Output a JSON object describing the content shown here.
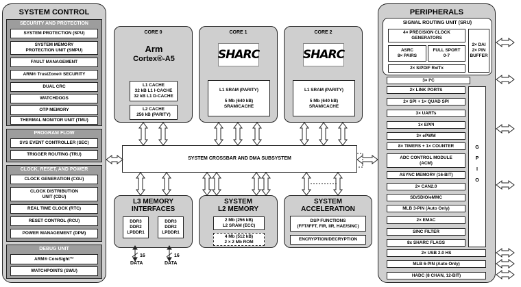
{
  "system_control": {
    "title": "SYSTEM CONTROL",
    "security": {
      "title": "SECURITY AND PROTECTION",
      "items": [
        "SYSTEM PROTECTION (SPU)",
        "SYSTEM MEMORY\nPROTECTION UNIT (SMPU)",
        "FAULT MANAGEMENT",
        "ARM® TrustZone® SECURITY",
        "DUAL CRC",
        "WATCHDOGS",
        "OTP MEMORY",
        "THERMAL MONITOR UNIT (TMU)"
      ]
    },
    "program_flow": {
      "title": "PROGRAM FLOW",
      "items": [
        "SYS EVENT CONTROLLER (SEC)",
        "TRIGGER ROUTING (TRU)"
      ]
    },
    "clock_reset_power": {
      "title": "CLOCK, RESET, AND POWER",
      "items": [
        "CLOCK GENERATION (CGU)",
        "CLOCK DISTRIBUTION\nUNIT (CDU)",
        "REAL TIME CLOCK (RTC)",
        "RESET CONTROL (RCU)",
        "POWER MANAGEMENT (DPM)"
      ]
    },
    "debug": {
      "title": "DEBUG UNIT",
      "items": [
        "ARM® CoreSight™",
        "WATCHPOINTS (SWU)"
      ]
    }
  },
  "core0": {
    "title": "CORE 0",
    "logo_brand": "Arm",
    "logo_product": "Cortex®-A5",
    "l1": "L1 CACHE\n32 kB L1 I-CACHE\n32 kB L1 D-CACHE",
    "l2": "L2 CACHE\n256 kB (PARITY)"
  },
  "core1": {
    "title": "CORE 1",
    "logo": "SHARC",
    "sram": "L1 SRAM (PARITY)\n\n5 Mb (640 kB)\nSRAM/CACHE"
  },
  "core2": {
    "title": "CORE 2",
    "logo": "SHARC",
    "sram": "L1 SRAM (PARITY)\n\n5 Mb (640 kB)\nSRAM/CACHE"
  },
  "crossbar": "SYSTEM CROSSBAR AND DMA SUBSYSTEM",
  "l3": {
    "title": "L3 MEMORY\nINTERFACES",
    "ddr_a": "DDR3\nDDR2\nLPDDR1",
    "ddr_b": "DDR3\nDDR2\nLPDDR1",
    "data_label": "DATA",
    "width": "16"
  },
  "l2mem": {
    "title": "SYSTEM\nL2 MEMORY",
    "sram": "2 Mb (256 kB)\nL2 SRAM (ECC)",
    "rom": "4 Mb (512 kB)\n2 × 2 Mb ROM"
  },
  "accel": {
    "title": "SYSTEM\nACCELERATION",
    "dsp": "DSP FUNCTIONS\n(FFT/IFFT, FIR, IIR, HAE/SINC)",
    "crypto": "ENCRYPTION/DECRYPTION"
  },
  "peripherals": {
    "title": "PERIPHERALS",
    "sru": {
      "title": "SIGNAL ROUTING UNIT (SRU)",
      "pcg": "4× PRECISION CLOCK\nGENERATORS",
      "asrc": "ASRC\n8× PAIRS",
      "sport": "FULL SPORT\n0-7",
      "dai": "2× DAI\n2× PIN\nBUFFER",
      "spdif": "2× S/PDIF Rx/Tx"
    },
    "i2c": "3× I²C",
    "gpio_items": [
      "2× LINK PORTS",
      "2× SPI + 1× QUAD SPI",
      "3× UARTs",
      "1× EPPI",
      "3× ePWM",
      "8× TIMERS + 1× COUNTER",
      "ADC CONTROL MODULE\n(ACM)",
      "ASYNC MEMORY (16-BIT)",
      "2× CAN2.0",
      "SD/SDIO/eMMC",
      "MLB 3-PIN (Auto Only)",
      "2× EMAC",
      "SINC FILTER",
      "8x SHARC FLAGS"
    ],
    "gpio_label": [
      "G",
      "P",
      "I",
      "O"
    ],
    "bottom_items": [
      "2× USB 2.0 HS",
      "MLB 6-PIN (Auto Only)",
      "HADC (8 CHAN, 12-BIT)"
    ]
  }
}
